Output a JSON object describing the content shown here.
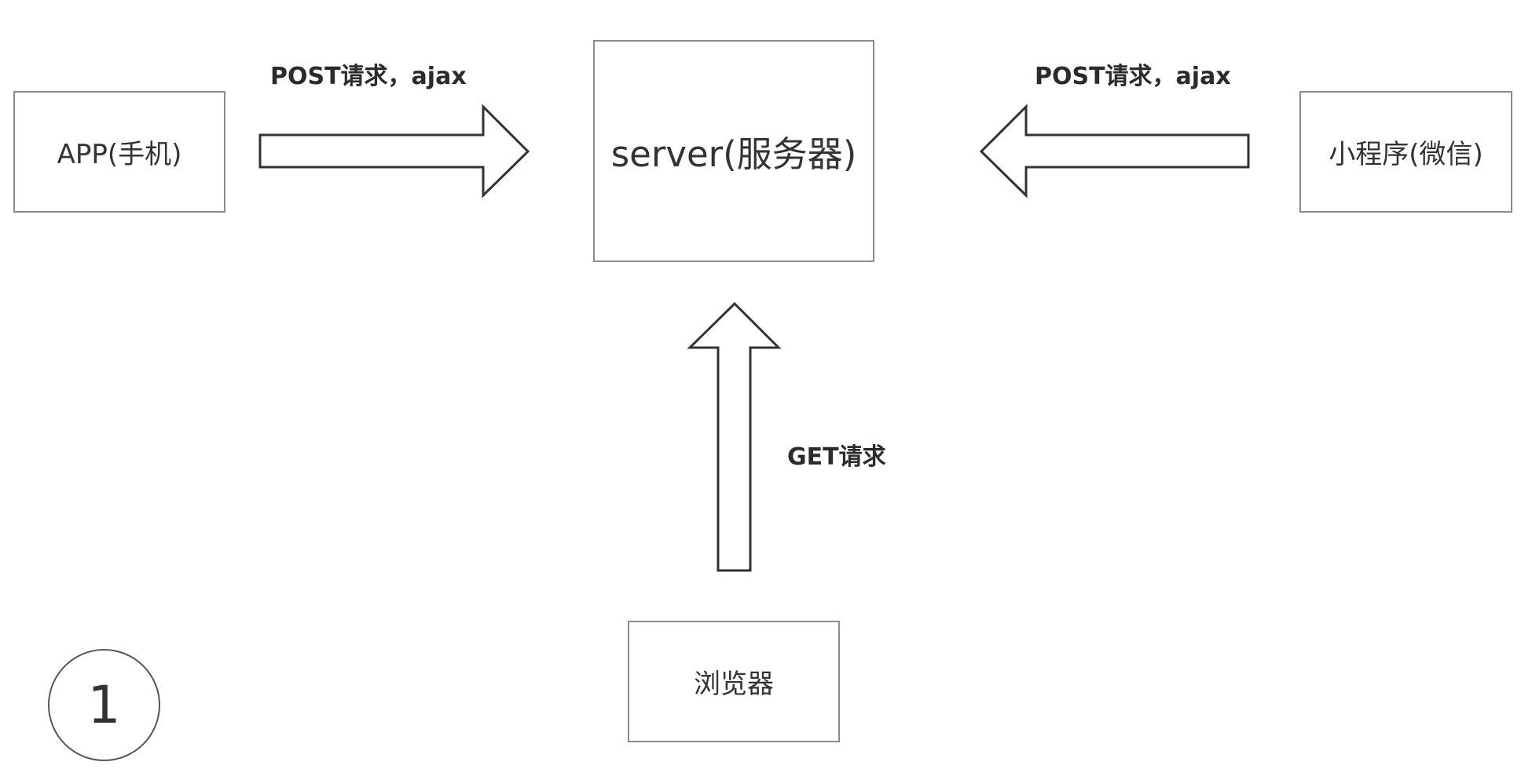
{
  "nodes": {
    "app": "APP(手机)",
    "server": "server(服务器)",
    "mini_program": "小程序(微信)",
    "browser": "浏览器"
  },
  "edges": {
    "app_to_server": "POST请求，ajax",
    "mini_program_to_server": "POST请求，ajax",
    "browser_to_server": "GET请求"
  },
  "step_number": "1",
  "colors": {
    "box_border": "#8c8c8c",
    "arrow_stroke": "#333333",
    "text": "#2b2b2b"
  }
}
